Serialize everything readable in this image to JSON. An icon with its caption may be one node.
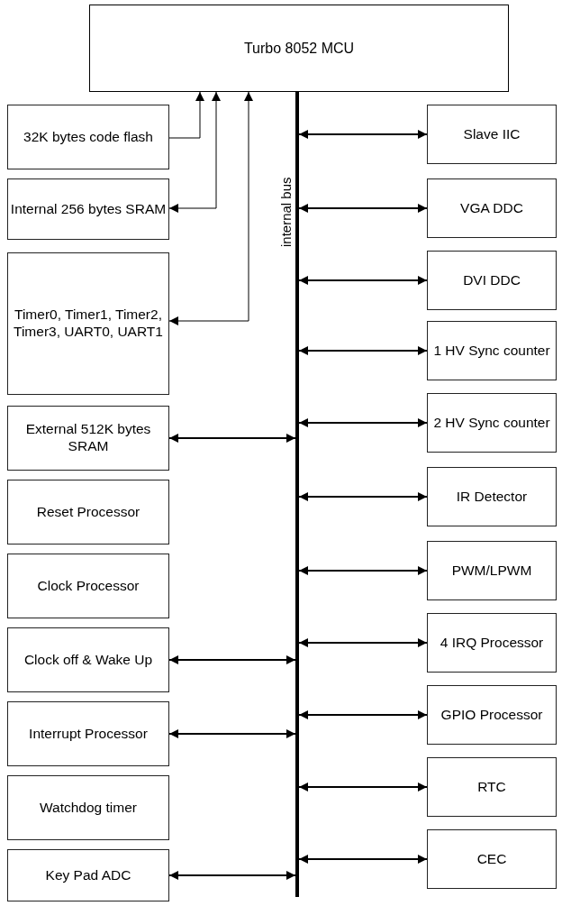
{
  "diagram": {
    "nodes": [
      {
        "text": [
          "Turbo 8052 MCU"
        ]
      },
      {
        "text": [],
        "shape": "bar",
        "beside": [
          "internal bus"
        ]
      },
      {
        "text": [
          "32K bytes code flash"
        ]
      },
      {
        "text": [
          "Internal 256 bytes SRAM"
        ]
      },
      {
        "text": [
          "Timer0, Timer1, Timer2, Timer3, UART0, UART1"
        ]
      },
      {
        "text": [
          "External 512K bytes SRAM"
        ]
      },
      {
        "text": [
          "Reset Processor"
        ]
      },
      {
        "text": [
          "Clock Processor"
        ]
      },
      {
        "text": [
          "Clock off & Wake Up"
        ]
      },
      {
        "text": [
          "Interrupt Processor"
        ]
      },
      {
        "text": [
          "Watchdog timer"
        ]
      },
      {
        "text": [
          "Key Pad ADC"
        ]
      },
      {
        "text": [
          "Slave IIC"
        ]
      },
      {
        "text": [
          "VGA DDC"
        ]
      },
      {
        "text": [
          "DVI DDC"
        ]
      },
      {
        "text": [
          "1 HV Sync counter"
        ]
      },
      {
        "text": [
          "2 HV Sync counter"
        ]
      },
      {
        "text": [
          "IR Detector"
        ]
      },
      {
        "text": [
          "PWM/LPWM"
        ]
      },
      {
        "text": [
          "4 IRQ Processor"
        ]
      },
      {
        "text": [
          "GPIO Processor"
        ]
      },
      {
        "text": [
          "RTC"
        ]
      },
      {
        "text": [
          "CEC"
        ]
      }
    ],
    "edges": [
      {
        "from": 2,
        "to": 0,
        "arrow": "to"
      },
      {
        "from": 3,
        "to": 0,
        "arrow": "both"
      },
      {
        "from": 4,
        "to": 0,
        "arrow": "both"
      },
      {
        "from": 5,
        "to": 1,
        "arrow": "both"
      },
      {
        "from": 8,
        "to": 1,
        "arrow": "both"
      },
      {
        "from": 9,
        "to": 1,
        "arrow": "both"
      },
      {
        "from": 11,
        "to": 1,
        "arrow": "both"
      },
      {
        "from": 1,
        "to": 12,
        "arrow": "both"
      },
      {
        "from": 1,
        "to": 13,
        "arrow": "both"
      },
      {
        "from": 1,
        "to": 14,
        "arrow": "both"
      },
      {
        "from": 1,
        "to": 15,
        "arrow": "both"
      },
      {
        "from": 1,
        "to": 16,
        "arrow": "both"
      },
      {
        "from": 1,
        "to": 17,
        "arrow": "both"
      },
      {
        "from": 1,
        "to": 18,
        "arrow": "both"
      },
      {
        "from": 1,
        "to": 19,
        "arrow": "both"
      },
      {
        "from": 1,
        "to": 20,
        "arrow": "both"
      },
      {
        "from": 1,
        "to": 21,
        "arrow": "both"
      },
      {
        "from": 1,
        "to": 22,
        "arrow": "both"
      }
    ]
  }
}
